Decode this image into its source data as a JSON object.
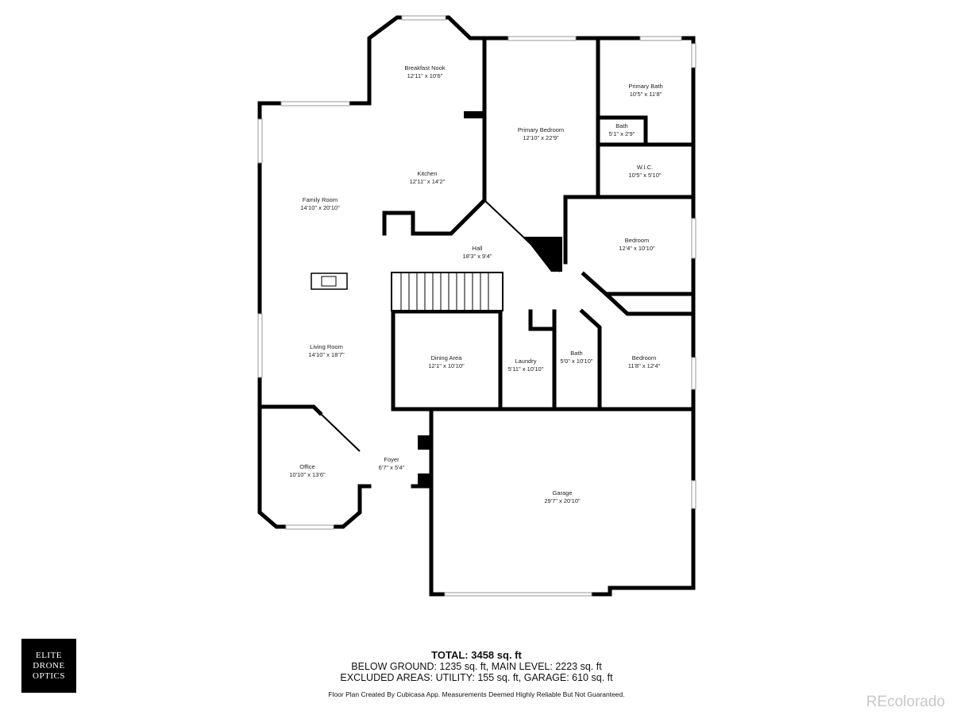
{
  "rooms": {
    "breakfast_nook": {
      "name": "Breakfast Nook",
      "dim": "12'11\" x 10'6\""
    },
    "primary_bedroom": {
      "name": "Primary Bedroom",
      "dim": "12'10\" x 22'9\""
    },
    "primary_bath": {
      "name": "Primary Bath",
      "dim": "10'5\" x 11'8\""
    },
    "bath_small": {
      "name": "Bath",
      "dim": "5'1\" x 2'9\""
    },
    "wic": {
      "name": "W.I.C.",
      "dim": "10'5\" x 5'10\""
    },
    "kitchen": {
      "name": "Kitchen",
      "dim": "12'11\" x 14'2\""
    },
    "family_room": {
      "name": "Family Room",
      "dim": "14'10\" x 20'10\""
    },
    "bedroom_1": {
      "name": "Bedroom",
      "dim": "12'4\" x 10'10\""
    },
    "hall": {
      "name": "Hall",
      "dim": "18'3\" x 9'4\""
    },
    "living_room": {
      "name": "Living Room",
      "dim": "14'10\" x 18'7\""
    },
    "dining_area": {
      "name": "Dining Area",
      "dim": "12'1\" x 10'10\""
    },
    "laundry": {
      "name": "Laundry",
      "dim": "5'11\" x 10'10\""
    },
    "bath_2": {
      "name": "Bath",
      "dim": "5'0\" x 10'10\""
    },
    "bedroom_2": {
      "name": "Bedroom",
      "dim": "11'8\" x 12'4\""
    },
    "office": {
      "name": "Office",
      "dim": "10'10\" x 13'6\""
    },
    "foyer": {
      "name": "Foyer",
      "dim": "6'7\" x 5'4\""
    },
    "garage": {
      "name": "Garage",
      "dim": "29'7\" x 20'10\""
    }
  },
  "summary": {
    "total": "TOTAL: 3458 sq. ft",
    "below_main": "BELOW GROUND: 1235 sq. ft, MAIN LEVEL: 2223 sq. ft",
    "excluded": "EXCLUDED AREAS: UTILITY: 155 sq. ft, GARAGE: 610 sq. ft",
    "disclaimer": "Floor Plan Created By Cubicasa App. Measurements Deemed Highly Reliable But Not Guaranteed."
  },
  "logo": {
    "line1": "ELITE",
    "line2": "DRONE",
    "line3": "OPTICS"
  },
  "watermark": "REcolorado"
}
